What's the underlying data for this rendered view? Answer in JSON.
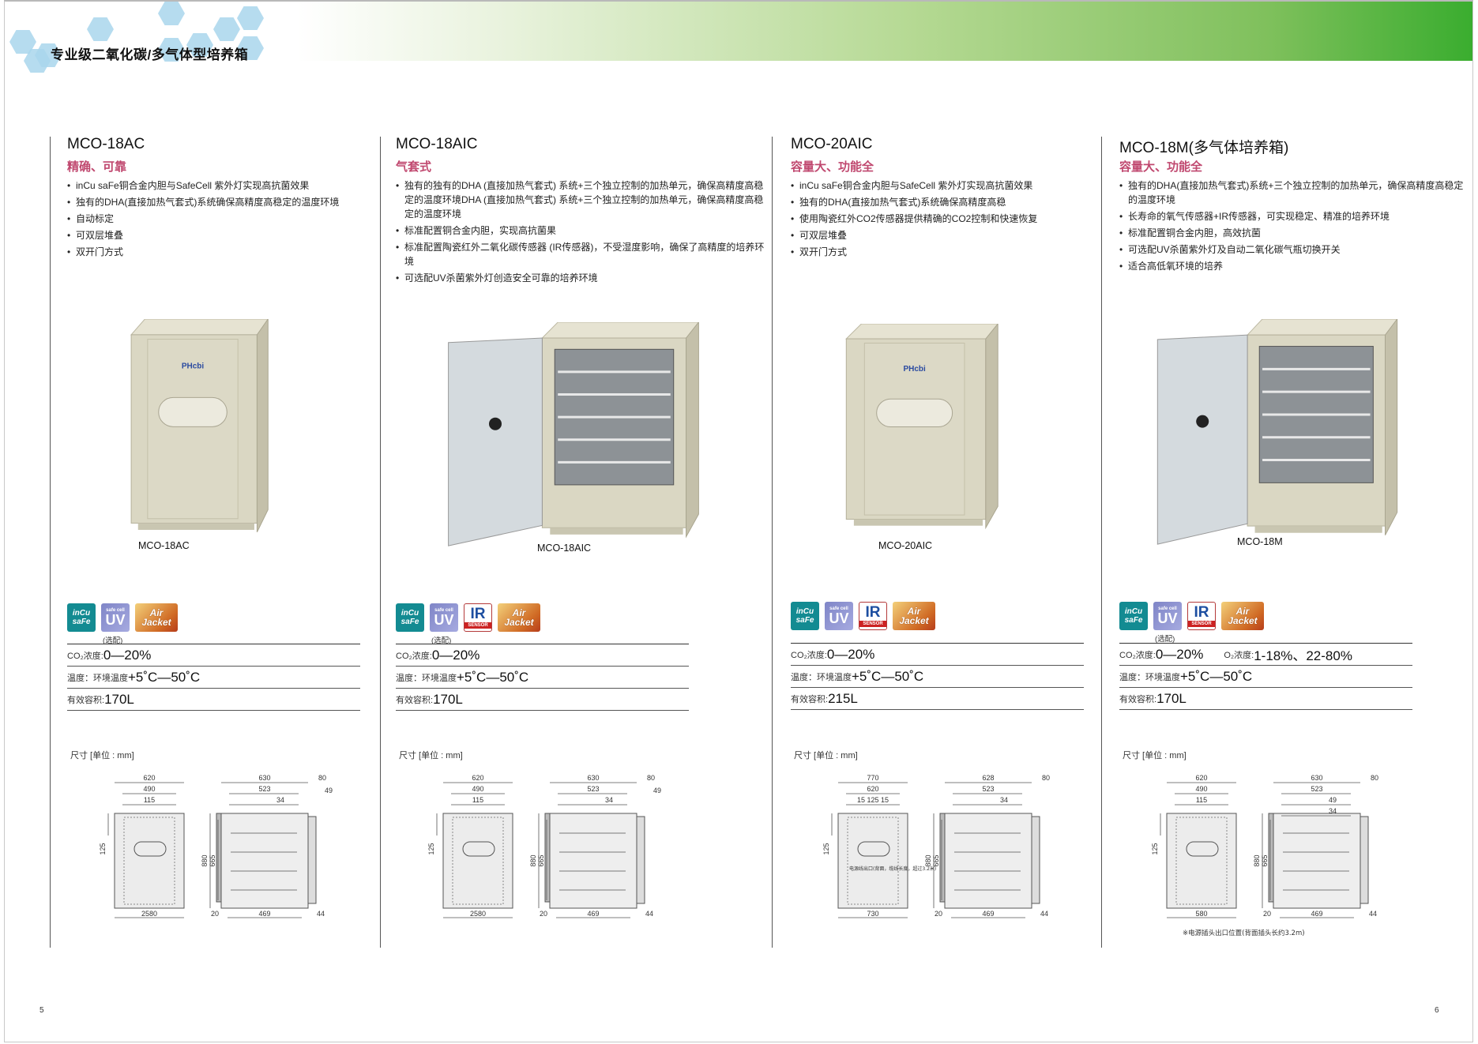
{
  "header": {
    "title": "专业级二氧化碳/多气体型培养箱"
  },
  "colors": {
    "accent": "#c0486f",
    "green": "#3aad2f",
    "cabinet": "#d9d6c2"
  },
  "columns": [
    {
      "model": "MCO-18AC",
      "tagline": "精确、可靠",
      "bullets": [
        "inCu saFe铜合金内胆与SafeCell 紫外灯实现高抗菌效果",
        "独有的DHA(直接加热气套式)系统确保高精度高稳定的温度环境",
        "自动标定",
        "可双层堆叠",
        "双开门方式"
      ],
      "caption": "MCO-18AC",
      "door_open": false,
      "badges": [
        "incu-safe",
        "uv",
        "air-jacket"
      ],
      "optional_note": "(选配)",
      "specs": [
        [
          {
            "label": "CO₂浓度:",
            "value": "0—20%"
          }
        ],
        [
          {
            "label": "温度：环境温度",
            "value": "+5˚C—50˚C"
          }
        ],
        [
          {
            "label": "有效容积:",
            "value": "170L"
          }
        ]
      ],
      "dim_label": "尺寸 [单位 : mm]",
      "front": {
        "top": [
          "620",
          "490",
          "115"
        ],
        "left": "125",
        "bottom": "2580"
      },
      "side": {
        "top": [
          "630",
          "523",
          "34"
        ],
        "right": [
          "80",
          "49"
        ],
        "heights": [
          "880",
          "665"
        ],
        "bottom": [
          "20",
          "469",
          "44"
        ]
      }
    },
    {
      "model": "MCO-18AIC",
      "tagline": "气套式",
      "bullets": [
        "独有的独有的DHA (直接加热气套式) 系统+三个独立控制的加热单元，确保高精度高稳定的温度环境DHA (直接加热气套式) 系统+三个独立控制的加热单元，确保高精度高稳定的温度环境",
        "标准配置铜合金内胆，实现高抗菌果",
        "标准配置陶瓷红外二氧化碳传感器 (IR传感器)，不受湿度影响，确保了高精度的培养环境",
        "可选配UV杀菌紫外灯创造安全可靠的培养环境"
      ],
      "caption": "MCO-18AIC",
      "door_open": true,
      "badges": [
        "incu-safe",
        "uv",
        "ir-sensor",
        "air-jacket"
      ],
      "optional_note": "(选配)",
      "specs": [
        [
          {
            "label": "CO₂浓度:",
            "value": "0—20%"
          }
        ],
        [
          {
            "label": "温度：环境温度",
            "value": "+5˚C—50˚C"
          }
        ],
        [
          {
            "label": "有效容积:",
            "value": "170L"
          }
        ]
      ],
      "dim_label": "尺寸 [单位 : mm]",
      "front": {
        "top": [
          "620",
          "490",
          "115"
        ],
        "left": "125",
        "bottom": "2580"
      },
      "side": {
        "top": [
          "630",
          "523",
          "34"
        ],
        "right": [
          "80",
          "49"
        ],
        "heights": [
          "880",
          "665"
        ],
        "bottom": [
          "20",
          "469",
          "44"
        ]
      }
    },
    {
      "model": "MCO-20AIC",
      "tagline": "容量大、功能全",
      "bullets": [
        "inCu saFe铜合金内胆与SafeCell 紫外灯实现高抗菌效果",
        "独有的DHA(直接加热气套式)系统确保高精度高稳",
        "使用陶瓷红外CO2传感器提供精确的CO2控制和快速恢复",
        "可双层堆叠",
        "双开门方式"
      ],
      "caption": "MCO-20AIC",
      "door_open": false,
      "badges": [
        "incu-safe",
        "uv",
        "ir-sensor",
        "air-jacket"
      ],
      "optional_note": "",
      "specs": [
        [
          {
            "label": "CO₂浓度:",
            "value": "0—20%"
          }
        ],
        [
          {
            "label": "温度：环境温度",
            "value": "+5˚C—50˚C"
          }
        ],
        [
          {
            "label": "有效容积:",
            "value": "215L"
          }
        ]
      ],
      "dim_label": "尺寸 [单位 : mm]",
      "front": {
        "top": [
          "770",
          "620",
          "15   125        15"
        ],
        "left": "125",
        "bottom": "730",
        "note": "电源线出口(背面，缆线长度，超过3.2米)"
      },
      "side": {
        "top": [
          "628",
          "523",
          "34"
        ],
        "right": [
          "80"
        ],
        "heights": [
          "880",
          "665"
        ],
        "bottom": [
          "20",
          "469",
          "44"
        ]
      }
    },
    {
      "model": "MCO-18M(多气体培养箱)",
      "tagline": "容量大、功能全",
      "bullets": [
        "独有的DHA(直接加热气套式)系统+三个独立控制的加热单元，确保高精度高稳定的温度环境",
        "长寿命的氧气传感器+IR传感器，可实现稳定、精准的培养环境",
        "标准配置铜合金内胆，高效抗菌",
        "可选配UV杀菌紫外灯及自动二氧化碳气瓶切换开关",
        "适合高低氧环境的培养"
      ],
      "caption": "MCO-18M",
      "door_open": true,
      "badges": [
        "incu-safe",
        "uv",
        "ir-sensor",
        "air-jacket"
      ],
      "optional_note": "(选配)",
      "specs": [
        [
          {
            "label": "CO₂浓度:",
            "value": "0—20%"
          },
          {
            "label": "O₂浓度:",
            "value": "1-18%、22-80%"
          }
        ],
        [
          {
            "label": "温度：环境温度",
            "value": "+5˚C—50˚C"
          }
        ],
        [
          {
            "label": "有效容积:",
            "value": "170L"
          }
        ]
      ],
      "dim_label": "尺寸 [单位 : mm]",
      "front": {
        "top": [
          "620",
          "490",
          "115"
        ],
        "left": "125",
        "bottom": "580"
      },
      "side": {
        "top": [
          "630",
          "523",
          "49",
          "34"
        ],
        "right": [
          "80"
        ],
        "heights": [
          "880",
          "665"
        ],
        "bottom": [
          "20",
          "469",
          "44"
        ]
      },
      "footnote": "※电源插头出口位置(背面插头长约3.2m)"
    }
  ],
  "badge_text": {
    "incu-safe": [
      "inCu",
      "saFe"
    ],
    "uv": [
      "safe cell",
      "UV"
    ],
    "ir-sensor": [
      "IR",
      "SENSOR"
    ],
    "air-jacket": [
      "Air",
      "Jacket"
    ]
  },
  "page_numbers": {
    "left": "5",
    "right": "6"
  }
}
